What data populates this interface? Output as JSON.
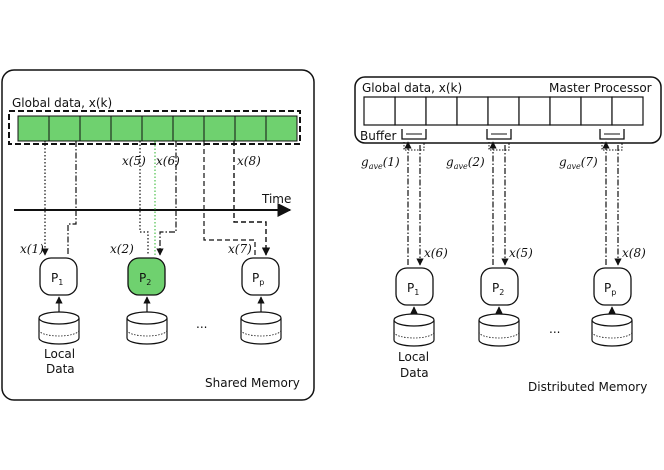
{
  "colors": {
    "green": "#6fd16f",
    "green_bright": "#4cc24c",
    "stroke": "#111111"
  },
  "shared": {
    "global_label": "Global data, x(k)",
    "time_label": "Time",
    "x5": "x(5)",
    "x6": "x(6)",
    "x8": "x(8)",
    "x1": "x(1)",
    "x2": "x(2)",
    "x7": "x(7)",
    "ellipsis": "...",
    "local_data_line1": "Local",
    "local_data_line2": "Data",
    "footer": "Shared Memory",
    "processors": [
      {
        "base": "P",
        "sub": "1"
      },
      {
        "base": "P",
        "sub": "2"
      },
      {
        "base": "P",
        "sub": "p"
      }
    ]
  },
  "distributed": {
    "global_label": "Global data, x(k)",
    "master_label": "Master Processor",
    "buffer_label": "Buffer",
    "g1": {
      "base": "g",
      "sub": "ave",
      "arg": "(1)"
    },
    "g2": {
      "base": "g",
      "sub": "ave",
      "arg": "(2)"
    },
    "g7": {
      "base": "g",
      "sub": "ave",
      "arg": "(7)"
    },
    "x6": "x(6)",
    "x5": "x(5)",
    "x8": "x(8)",
    "ellipsis": "...",
    "local_data_line1": "Local",
    "local_data_line2": "Data",
    "footer": "Distributed Memory",
    "processors": [
      {
        "base": "P",
        "sub": "1"
      },
      {
        "base": "P",
        "sub": "2"
      },
      {
        "base": "P",
        "sub": "p"
      }
    ]
  }
}
